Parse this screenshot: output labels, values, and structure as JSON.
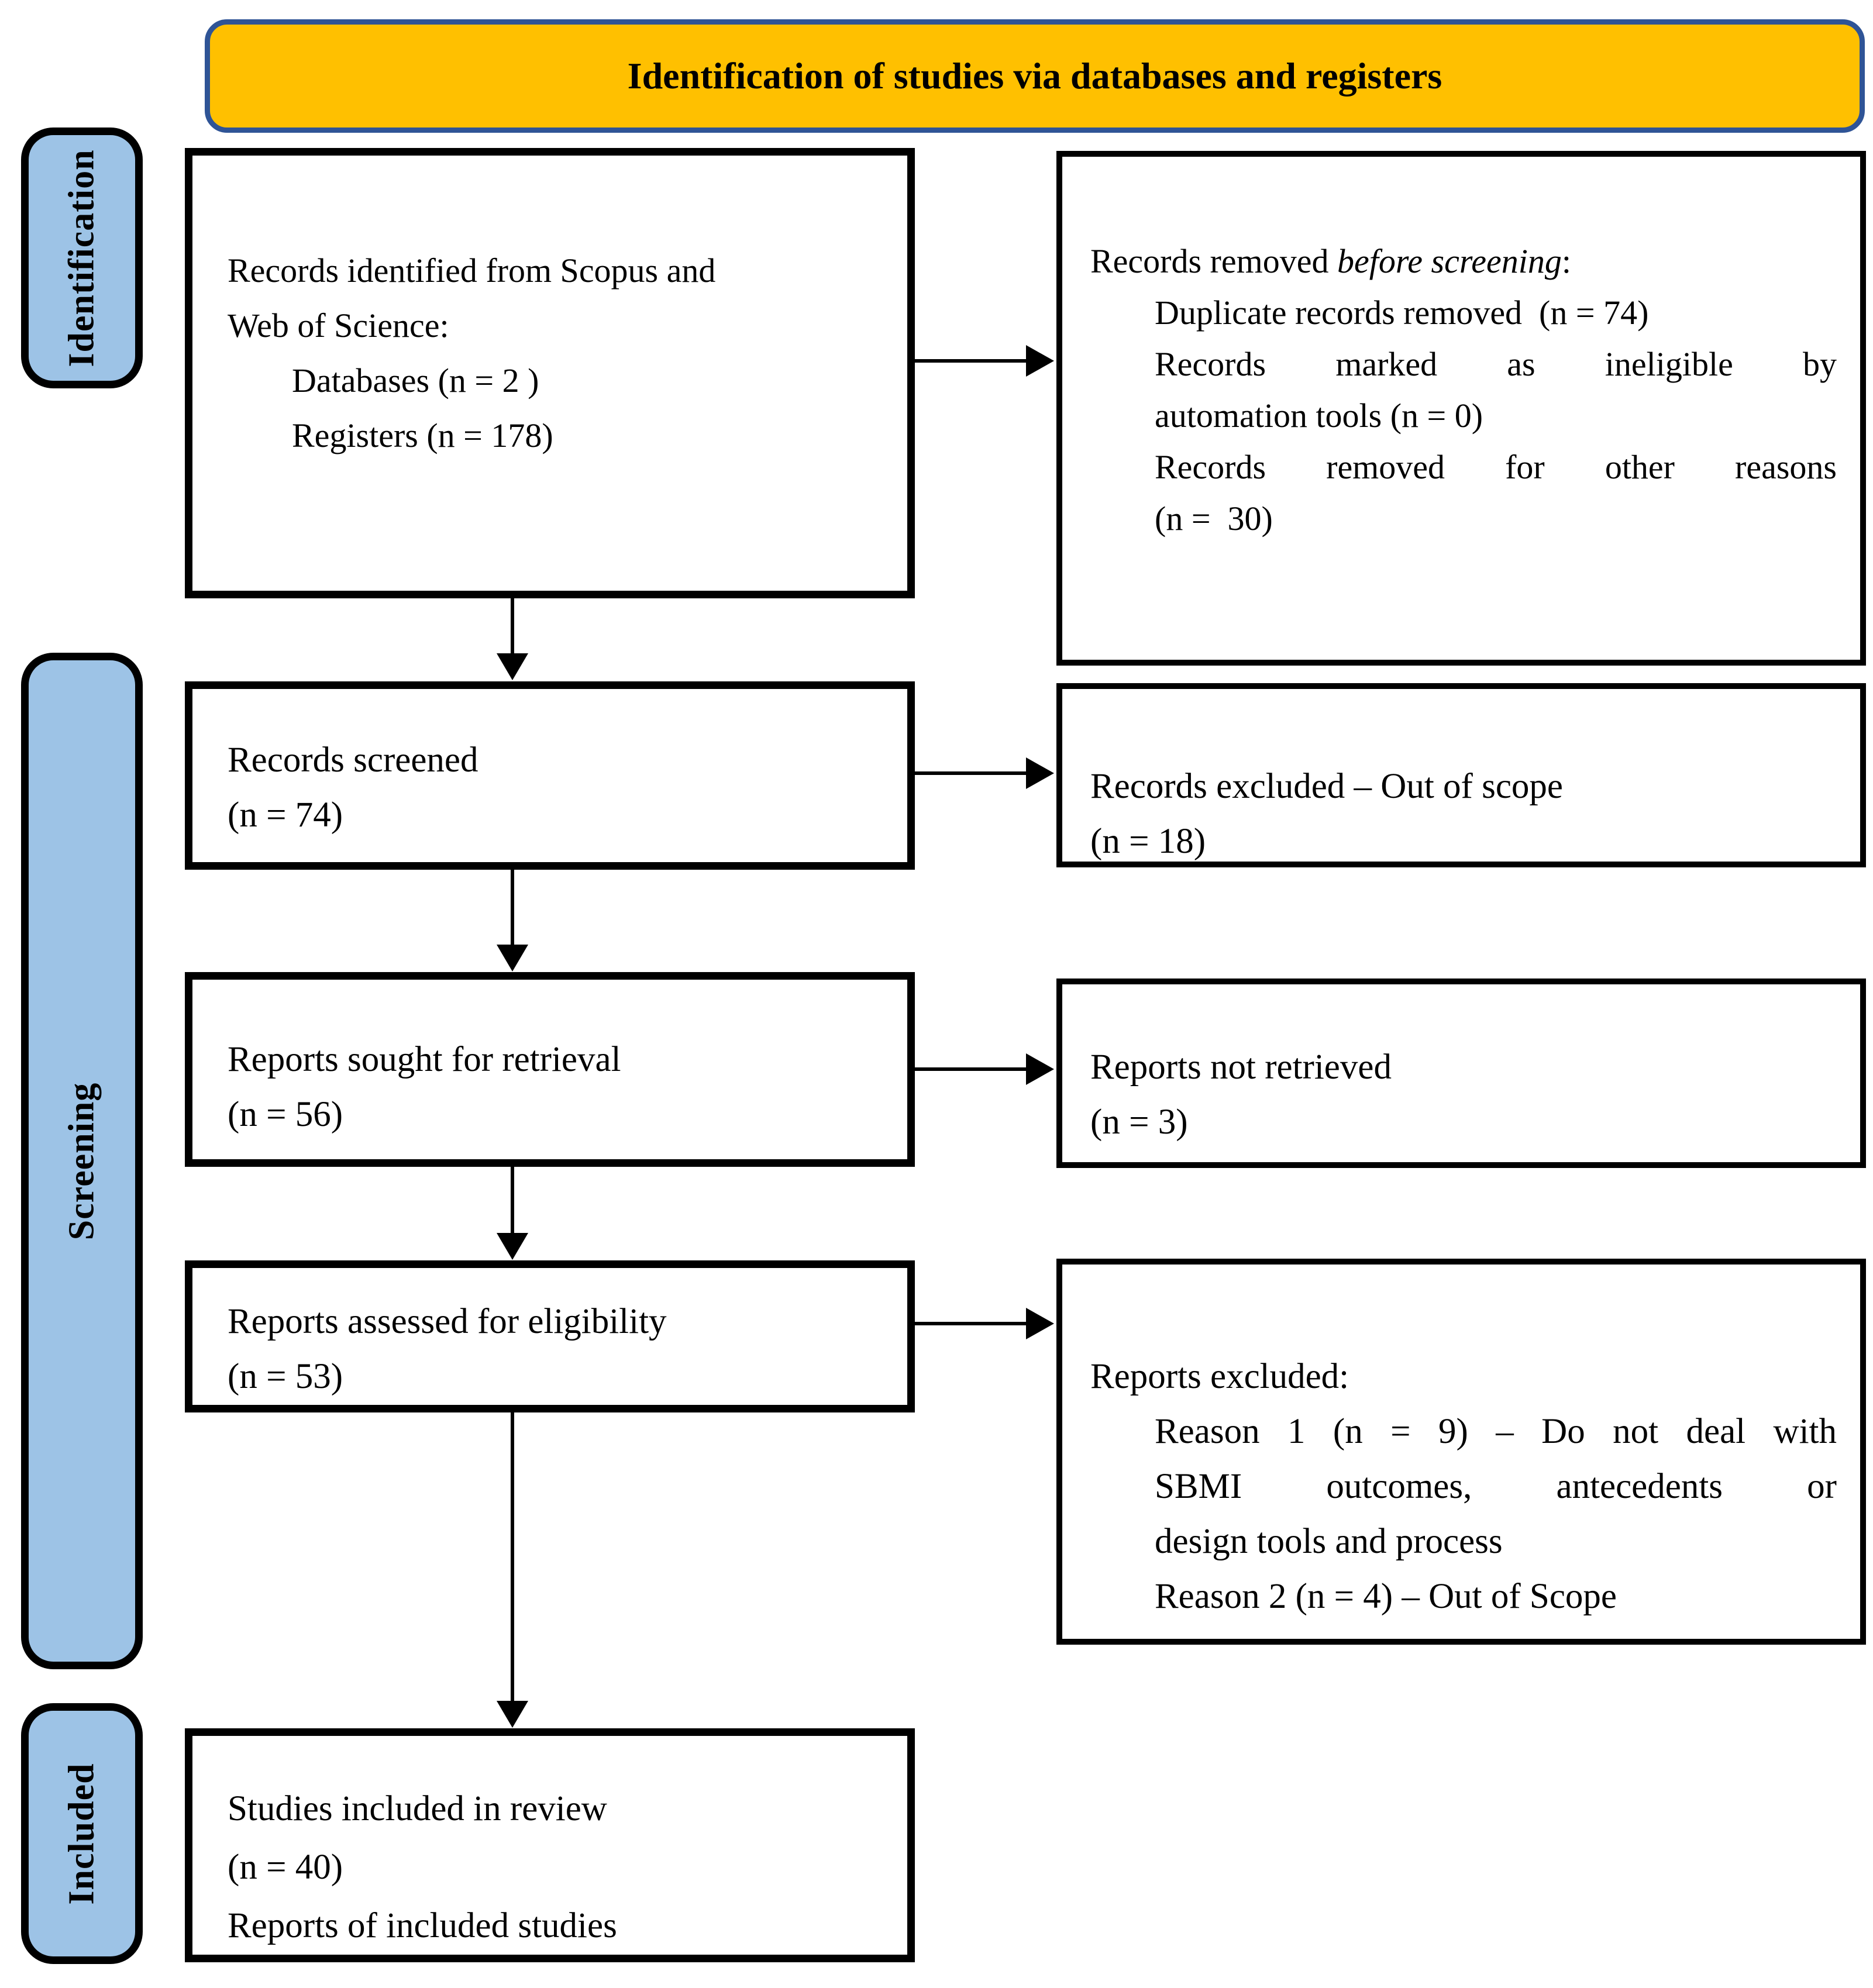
{
  "banner": {
    "title": "Identification of studies via databases and registers"
  },
  "stages": {
    "identification": "Identification",
    "screening": "Screening",
    "included": "Included"
  },
  "colors": {
    "banner_fill": "#FFC000",
    "banner_border": "#2F5496",
    "stage_fill": "#9DC3E6",
    "box_border": "#000000"
  },
  "boxes": {
    "records_identified": {
      "lines": [
        {
          "text": "Records identified from Scopus and"
        },
        {
          "text": "Web of Science:"
        },
        {
          "text": "Databases (n = 2 )",
          "indent": true
        },
        {
          "text": "Registers (n = 178)",
          "indent": true
        }
      ]
    },
    "records_removed": {
      "lines": [
        {
          "segments": [
            {
              "text": "Records removed "
            },
            {
              "text": "before screening",
              "italic": true
            },
            {
              "text": ":"
            }
          ]
        },
        {
          "text": "Duplicate records removed  (n = 74)",
          "indent": true
        },
        {
          "text": "Records marked as ineligible by",
          "indent": true,
          "justify": true
        },
        {
          "text": "automation tools (n = 0)",
          "indent": true
        },
        {
          "text": "Records removed for other reasons",
          "indent": true,
          "justify": true
        },
        {
          "text": "(n =  30)",
          "indent": true
        }
      ]
    },
    "records_screened": {
      "lines": [
        {
          "text": "Records screened"
        },
        {
          "text": "(n = 74)"
        }
      ]
    },
    "records_excluded": {
      "lines": [
        {
          "text": "Records excluded – Out of scope"
        },
        {
          "text": "(n = 18)"
        }
      ]
    },
    "reports_sought": {
      "lines": [
        {
          "text": "Reports sought for retrieval"
        },
        {
          "text": "(n = 56)"
        }
      ]
    },
    "reports_not_retrieved": {
      "lines": [
        {
          "text": "Reports not retrieved"
        },
        {
          "text": "(n = 3)"
        }
      ]
    },
    "reports_assessed": {
      "lines": [
        {
          "text": "Reports assessed for eligibility"
        },
        {
          "text": "(n = 53)"
        }
      ]
    },
    "reports_excluded": {
      "lines": [
        {
          "text": "Reports excluded:"
        },
        {
          "text": "Reason 1 (n = 9) – Do not deal with",
          "indent": true,
          "justify": true
        },
        {
          "text": "SBMI outcomes, antecedents or",
          "indent": true,
          "justify": true
        },
        {
          "text": "design tools and process",
          "indent": true
        },
        {
          "text": "Reason 2 (n = 4) – Out of Scope",
          "indent": true
        }
      ]
    },
    "studies_included": {
      "lines": [
        {
          "text": "Studies included in review"
        },
        {
          "text": "(n = 40)"
        },
        {
          "text": "Reports of included studies"
        }
      ]
    }
  }
}
